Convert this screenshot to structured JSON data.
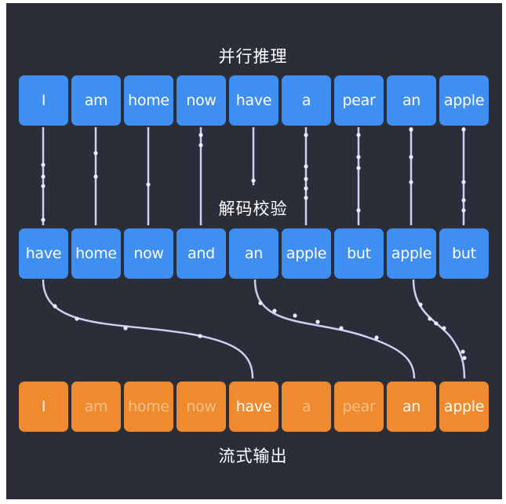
{
  "labels": {
    "parallel": "并行推理",
    "verify": "解码校验",
    "stream": "流式输出"
  },
  "rows": {
    "draft": [
      "I",
      "am",
      "home",
      "now",
      "have",
      "a",
      "pear",
      "an",
      "apple"
    ],
    "verify": [
      "have",
      "home",
      "now",
      "and",
      "an",
      "apple",
      "but",
      "apple",
      "but"
    ],
    "output": [
      "I",
      "am",
      "home",
      "now",
      "have",
      "a",
      "pear",
      "an",
      "apple"
    ],
    "output_accepted": [
      true,
      false,
      false,
      false,
      true,
      false,
      false,
      true,
      true
    ]
  },
  "colors": {
    "background": "#2b2d38",
    "draft_token": "#3f8ef2",
    "verify_token": "#3f8ef2",
    "output_token": "#f08a2e",
    "output_dim_text": "#f8c08c",
    "connector": "#c9d2f2"
  }
}
